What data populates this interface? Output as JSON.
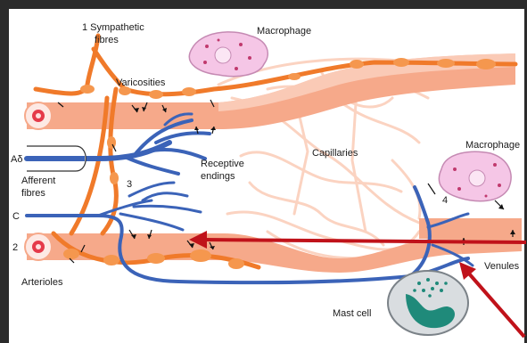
{
  "labels": {
    "sympathetic": "1 Sympathetic",
    "fibres": "fibres",
    "macrophage_top": "Macrophage",
    "varicosities": "Varicosities",
    "a_delta": "Aδ",
    "afferent": "Afferent",
    "afferent_fibres": "fibres",
    "receptive": "Receptive",
    "endings": "endings",
    "capillaries": "Capillaries",
    "macrophage_right": "Macrophage",
    "num3": "3",
    "num4": "4",
    "c_fibre": "C",
    "num2": "2",
    "arterioles": "Arterioles",
    "venules": "Venules",
    "mast_cell": "Mast cell"
  },
  "colors": {
    "background": "#2b2b2b",
    "panel": "#ffffff",
    "vessel": "#f6a98a",
    "vessel_light": "#fcd9c9",
    "capillary": "#fbd3c1",
    "sympathetic_nerve": "#f07a2a",
    "sensory_nerve": "#3b63b8",
    "macrophage": "#f5c6e6",
    "mast_cell": "#1f8a7a",
    "arrow": "#c0121a"
  }
}
